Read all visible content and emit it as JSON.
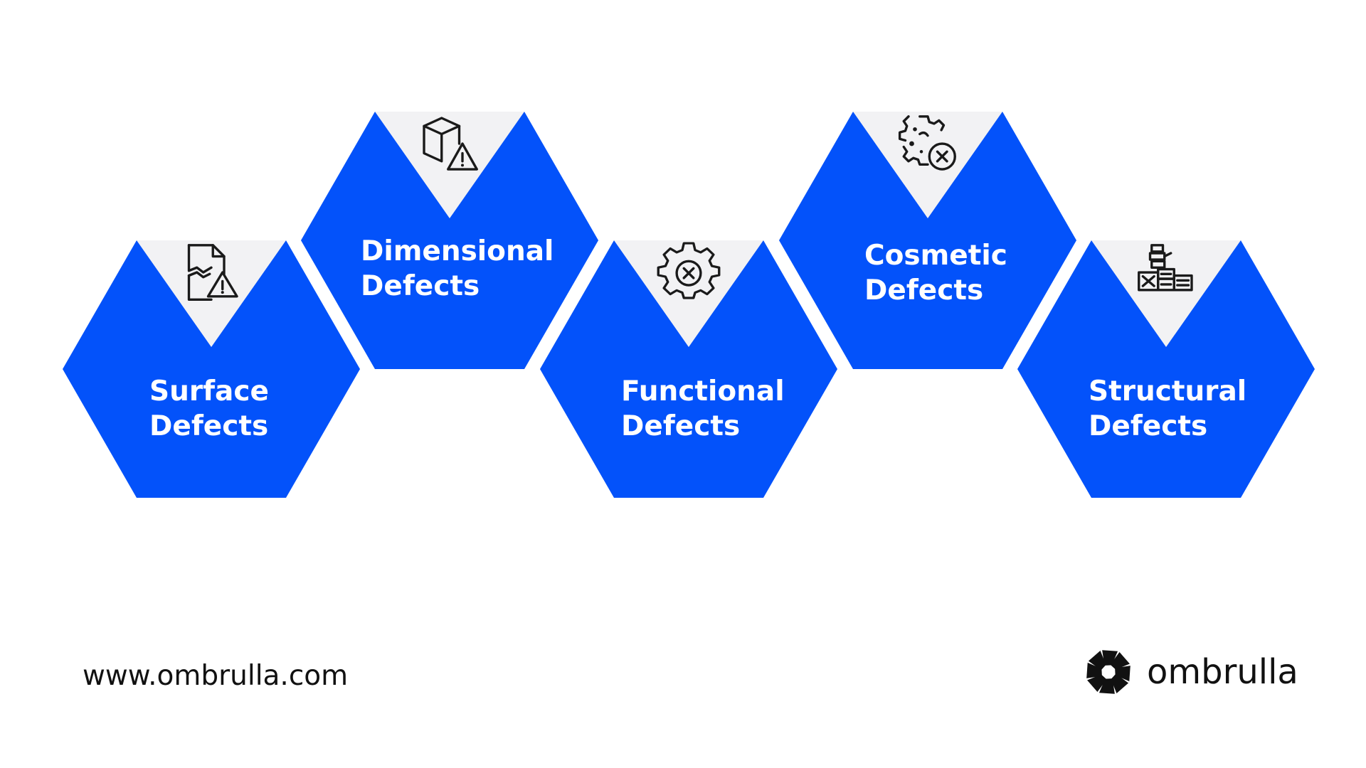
{
  "diagram": {
    "nodes": [
      {
        "id": "surface",
        "line1": "Surface",
        "line2": "Defects",
        "icon": "cracked-document-warning-icon"
      },
      {
        "id": "dimensional",
        "line1": "Dimensional",
        "line2": "Defects",
        "icon": "box-warning-icon"
      },
      {
        "id": "functional",
        "line1": "Functional",
        "line2": "Defects",
        "icon": "gear-error-icon"
      },
      {
        "id": "cosmetic",
        "line1": "Cosmetic",
        "line2": "Defects",
        "icon": "stained-gear-error-icon"
      },
      {
        "id": "structural",
        "line1": "Structural",
        "line2": "Defects",
        "icon": "building-blocks-error-icon"
      }
    ]
  },
  "footer": {
    "url": "www.ombrulla.com",
    "brand_name": "ombrulla",
    "brand_icon": "ombrulla-logo-icon"
  },
  "colors": {
    "hex_fill": "#0352FA",
    "notch_fill": "#F2F2F4",
    "icon_stroke": "#1A1A1A",
    "label_text": "#FFFFFF",
    "text_dark": "#111111"
  }
}
